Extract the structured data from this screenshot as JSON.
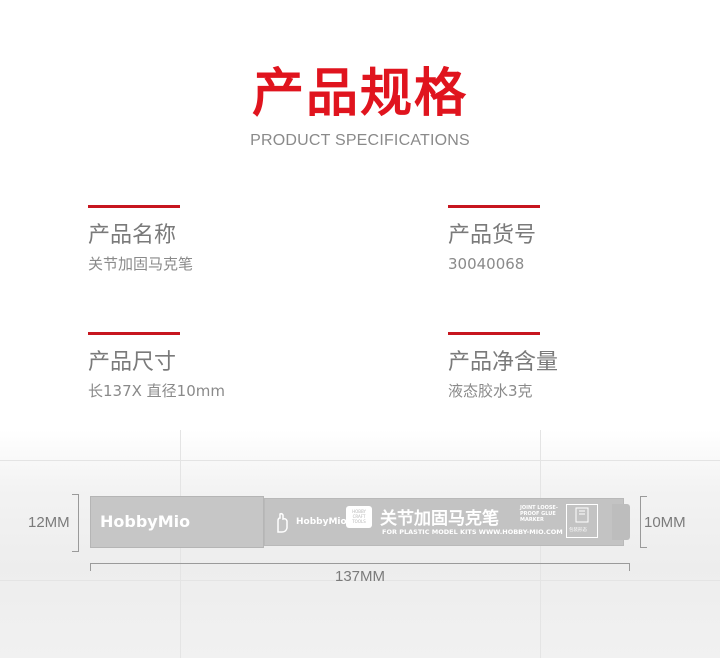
{
  "header": {
    "title": "产品规格",
    "subtitle": "PRODUCT SPECIFICATIONS"
  },
  "specs": [
    {
      "label": "产品名称",
      "value": "关节加固马克笔"
    },
    {
      "label": "产品货号",
      "value": "30040068"
    },
    {
      "label": "产品尺寸",
      "value": "长137X 直径10mm"
    },
    {
      "label": "产品净含量",
      "value": "液态胶水3克"
    }
  ],
  "dimensions": {
    "left": "12MM",
    "right": "10MM",
    "length": "137MM"
  },
  "marker": {
    "brand": "HobbyMio",
    "brand_small": "HobbyMio",
    "craft_badge": "HOBBY CRAFT TOOLS",
    "product_name": "关节加固马克笔",
    "eng_line": "FOR PLASTIC MODEL KITS   WWW.HOBBY-MIO.COM",
    "joint_text": "JOINT LOOSE-PROOF GLUE MARKER",
    "pack_caption": "包装形态"
  },
  "colors": {
    "accent": "#e0141e",
    "bar": "#c7161f"
  },
  "icons": [
    "hand-logo-icon",
    "package-icon"
  ]
}
